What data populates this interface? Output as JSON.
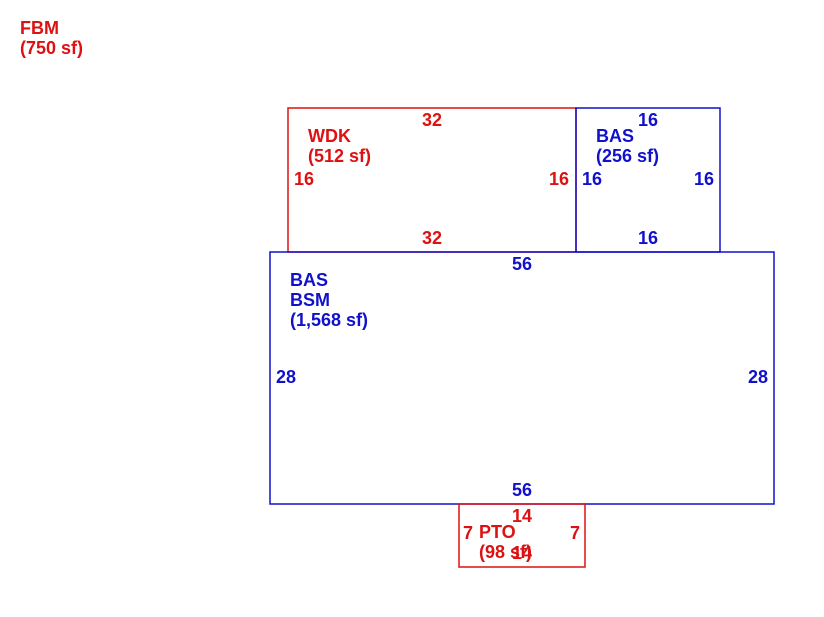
{
  "colors": {
    "red": "#dd1111",
    "blue": "#1111cc"
  },
  "fbm": {
    "code": "FBM",
    "area": "(750 sf)"
  },
  "wdk": {
    "code": "WDK",
    "area": "(512 sf)",
    "top": "32",
    "bottom": "32",
    "left": "16",
    "right": "16"
  },
  "bas_upper": {
    "code": "BAS",
    "area": "(256 sf)",
    "top": "16",
    "bottom": "16",
    "left": "16",
    "right": "16"
  },
  "bas_main": {
    "code1": "BAS",
    "code2": "BSM",
    "area": "(1,568 sf)",
    "top": "56",
    "bottom": "56",
    "left": "28",
    "right": "28"
  },
  "pto": {
    "code": "PTO",
    "area": "(98 sf)",
    "top": "14",
    "left": "7",
    "right": "7",
    "bottom": "14"
  }
}
